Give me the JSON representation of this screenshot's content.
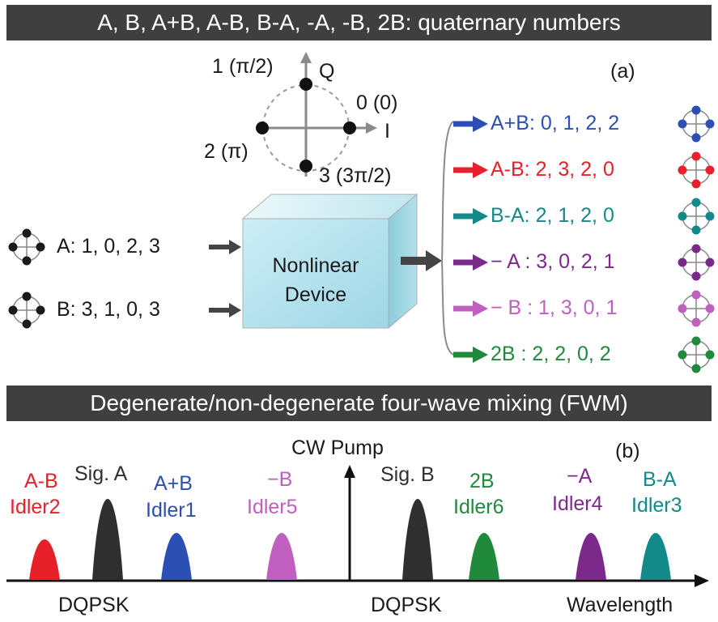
{
  "banners": {
    "top": "A, B, A+B, A-B, B-A, -A, -B, 2B:  quaternary numbers",
    "middle": "Degenerate/non-degenerate  four-wave mixing (FWM)"
  },
  "panel_labels": {
    "a": "(a)",
    "b": "(b)"
  },
  "constellation": {
    "q_axis": "Q",
    "i_axis": "I",
    "points": [
      "1 (π/2)",
      "0 (0)",
      "2 (π)",
      "3 (3π/2)"
    ]
  },
  "device": {
    "line1": "Nonlinear",
    "line2": "Device"
  },
  "inputs": [
    {
      "text": "A: 1, 0, 2, 3",
      "color": "#1a1a1a"
    },
    {
      "text": "B: 3, 1, 0, 3",
      "color": "#1a1a1a"
    }
  ],
  "outputs": [
    {
      "text": "A+B: 0, 1, 2, 2",
      "color": "#2b4fb3"
    },
    {
      "text": "A-B: 2, 3, 2, 0",
      "color": "#e8202a"
    },
    {
      "text": "B-A: 2, 1, 2, 0",
      "color": "#138a8a"
    },
    {
      "text": "− A : 3, 0, 2, 1",
      "color": "#7b2a8c"
    },
    {
      "text": "− B : 1, 3, 0, 1",
      "color": "#c05fc0"
    },
    {
      "text": "2B : 2, 2, 0, 2",
      "color": "#1f8a3c"
    }
  ],
  "spectrum": {
    "pump_label": "CW Pump",
    "axis_label": "Wavelength",
    "dqpsk_left": "DQPSK",
    "dqpsk_right": "DQPSK",
    "peaks": [
      {
        "top": "A-B",
        "bottom": "Idler2",
        "color": "#e8202a"
      },
      {
        "top": "Sig. A",
        "bottom": "",
        "color": "#2f2f2f"
      },
      {
        "top": "A+B",
        "bottom": "Idler1",
        "color": "#2b4fb3"
      },
      {
        "top": "−B",
        "bottom": "Idler5",
        "color": "#c05fc0"
      },
      {
        "top": "Sig. B",
        "bottom": "",
        "color": "#2f2f2f"
      },
      {
        "top": "2B",
        "bottom": "Idler6",
        "color": "#1f8a3c"
      },
      {
        "top": "−A",
        "bottom": "Idler4",
        "color": "#7b2a8c"
      },
      {
        "top": "B-A",
        "bottom": "Idler3",
        "color": "#138a8a"
      }
    ]
  }
}
